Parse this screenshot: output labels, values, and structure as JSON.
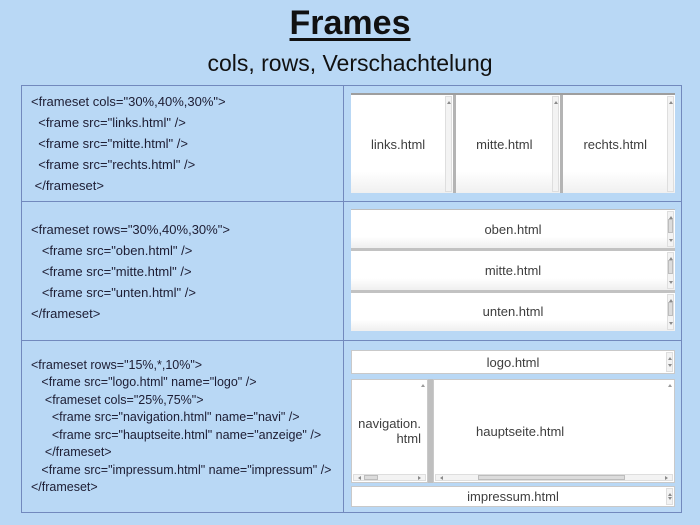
{
  "slide": {
    "title": "Frames",
    "subtitle": "cols, rows, Verschachtelung"
  },
  "colors": {
    "background": "#b9d8f5",
    "table_border": "#7289bd",
    "code_text": "#1d1d33",
    "frame_text": "#3e3e3e"
  },
  "examples": [
    {
      "code": [
        "<frameset cols=\"30%,40%,30%\">",
        "  <frame src=\"links.html\" />",
        "  <frame src=\"mitte.html\" />",
        "  <frame src=\"rechts.html\" />",
        " </frameset>"
      ],
      "frames": {
        "left": "links.html",
        "middle": "mitte.html",
        "right": "rechts.html"
      }
    },
    {
      "code": [
        "<frameset rows=\"30%,40%,30%\">",
        "   <frame src=\"oben.html\" />",
        "   <frame src=\"mitte.html\" />",
        "   <frame src=\"unten.html\" />",
        "</frameset>"
      ],
      "frames": {
        "top": "oben.html",
        "middle": "mitte.html",
        "bottom": "unten.html"
      }
    },
    {
      "code": [
        "<frameset rows=\"15%,*,10%\">",
        "   <frame src=\"logo.html\" name=\"logo\" />",
        "    <frameset cols=\"25%,75%\">",
        "      <frame src=\"navigation.html\" name=\"navi\" />",
        "      <frame src=\"hauptseite.html\" name=\"anzeige\" />",
        "    </frameset>",
        "   <frame src=\"impressum.html\" name=\"impressum\" />",
        "</frameset>"
      ],
      "frames": {
        "logo": "logo.html",
        "navigation_line1": "navigation.",
        "navigation_line2": "html",
        "hauptseite": "hauptseite.html",
        "impressum": "impressum.html"
      }
    }
  ]
}
